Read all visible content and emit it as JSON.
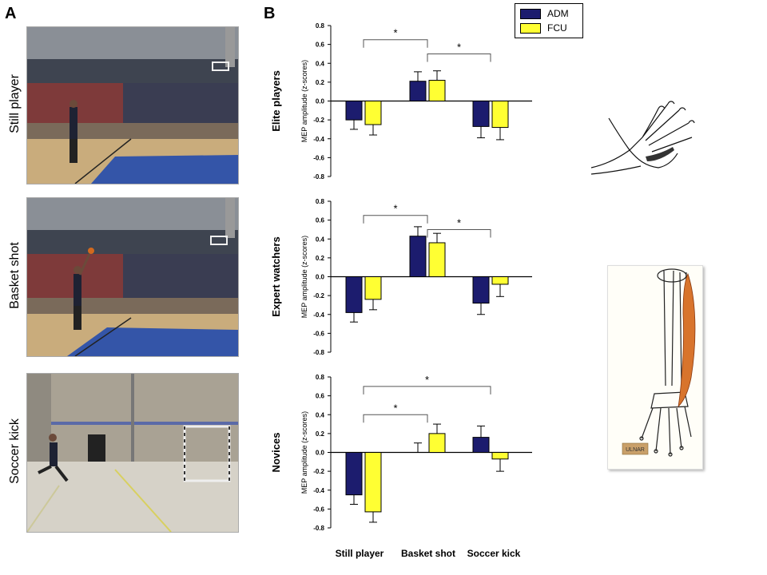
{
  "panels": {
    "a": "A",
    "b": "B"
  },
  "photos": {
    "labels": [
      "Still player",
      "Basket shot",
      "Soccer kick"
    ]
  },
  "legend": [
    {
      "name": "ADM",
      "color": "#1c1c6e"
    },
    {
      "name": "FCU",
      "color": "#ffff33"
    }
  ],
  "x_categories": [
    "Still player",
    "Basket shot",
    "Soccer kick"
  ],
  "illustrations": {
    "muscle_label": "ULNAR"
  },
  "chart_data": [
    {
      "type": "bar",
      "group_label": "Elite players",
      "ylabel": "MEP amplitude (z-scores)",
      "ylim": [
        -0.8,
        0.8
      ],
      "yticks": [
        "0.8",
        "0.6",
        "0.4",
        "0.2",
        "0.0",
        "-0.2",
        "-0.4",
        "-0.6",
        "-0.8"
      ],
      "categories": [
        "Still player",
        "Basket shot",
        "Soccer kick"
      ],
      "series": [
        {
          "name": "ADM",
          "values": [
            -0.2,
            0.21,
            -0.27
          ],
          "errors": [
            0.1,
            0.1,
            0.12
          ]
        },
        {
          "name": "FCU",
          "values": [
            -0.25,
            0.22,
            -0.28
          ],
          "errors": [
            0.11,
            0.1,
            0.13
          ]
        }
      ],
      "annotations": [
        "*",
        "*"
      ]
    },
    {
      "type": "bar",
      "group_label": "Expert watchers",
      "ylabel": "MEP amplitude (z-scores)",
      "ylim": [
        -0.8,
        0.8
      ],
      "yticks": [
        "0.8",
        "0.6",
        "0.4",
        "0.2",
        "0.0",
        "-0.2",
        "-0.4",
        "-0.6",
        "-0.8"
      ],
      "categories": [
        "Still player",
        "Basket shot",
        "Soccer kick"
      ],
      "series": [
        {
          "name": "ADM",
          "values": [
            -0.38,
            0.43,
            -0.28
          ],
          "errors": [
            0.1,
            0.1,
            0.12
          ]
        },
        {
          "name": "FCU",
          "values": [
            -0.24,
            0.36,
            -0.08
          ],
          "errors": [
            0.11,
            0.1,
            0.13
          ]
        }
      ],
      "annotations": [
        "*",
        "*"
      ]
    },
    {
      "type": "bar",
      "group_label": "Novices",
      "ylabel": "MEP amplitude (z-scores)",
      "ylim": [
        -0.8,
        0.8
      ],
      "yticks": [
        "0.8",
        "0.6",
        "0.4",
        "0.2",
        "0.0",
        "-0.2",
        "-0.4",
        "-0.6",
        "-0.8"
      ],
      "categories": [
        "Still player",
        "Basket shot",
        "Soccer kick"
      ],
      "series": [
        {
          "name": "ADM",
          "values": [
            -0.45,
            0.0,
            0.16
          ],
          "errors": [
            0.1,
            0.1,
            0.12
          ]
        },
        {
          "name": "FCU",
          "values": [
            -0.63,
            0.2,
            -0.07
          ],
          "errors": [
            0.11,
            0.1,
            0.13
          ]
        }
      ],
      "annotations": [
        "*",
        "*"
      ]
    }
  ]
}
